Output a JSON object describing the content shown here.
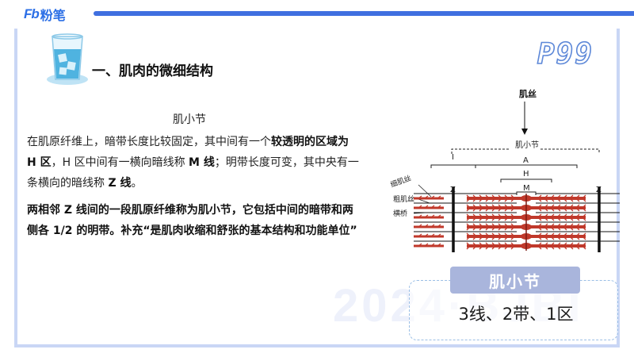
{
  "brand": {
    "logo_mark": "Fb",
    "logo_text": "粉笔"
  },
  "page_tag": "P99",
  "section_title": "一、肌肉的微细结构",
  "center_title": "肌小节",
  "paragraph1": {
    "part1": "在肌原纤维上，暗带长度比较固定，其中间有一个",
    "bold1": "较透明的区域为 H 区",
    "part2": "，H 区中间有一横向暗线称 ",
    "bold2": "M 线",
    "part3": "；明带长度可变，其中央有一条横向的暗线称 ",
    "bold3": "Z 线",
    "part4": "。"
  },
  "paragraph2": "两相邻 Z 线间的一段肌原纤维称为肌小节，它包括中间的暗带和两侧各 1/2 的明带。补充“是肌肉收缩和舒张的基本结构和功能单位”",
  "diagram": {
    "label_jisi": "肌丝",
    "label_jixiaojie": "肌小节",
    "label_I": "I",
    "label_A": "A",
    "label_H": "H",
    "label_M": "M",
    "label_Z_left": "Z",
    "label_Z_right": "Z",
    "label_thin": "细肌丝",
    "label_thick": "粗肌丝",
    "label_bridge": "横桥"
  },
  "summary": {
    "label": "肌小节",
    "value": "3线、2带、1区"
  },
  "watermark": "2024·BJBI",
  "colors": {
    "brand_blue": "#2c6fe6",
    "frame": "#c9d6f5",
    "thick_filament": "#c0392b",
    "label_bg": "#a9b5dc"
  },
  "icons": [
    "water-glass-icon"
  ]
}
